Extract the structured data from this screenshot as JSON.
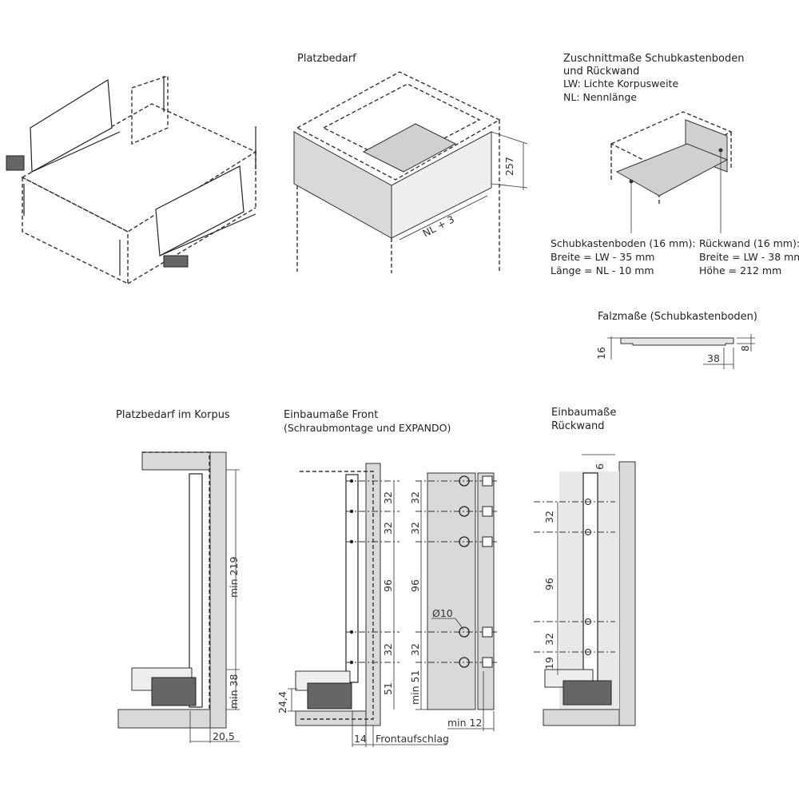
{
  "overview": {
    "title": "Platzbedarf",
    "dim_height": "257",
    "dim_length": "NL + 3"
  },
  "cut": {
    "title_line1": "Zuschnittmaße Schubkastenboden",
    "title_line2": "und Rückwand",
    "legend_lw": "LW: Lichte Korpusweite",
    "legend_nl": "NL: Nennlänge",
    "bottom": {
      "heading": "Schubkastenboden (16 mm):",
      "width": "Breite = LW - 35 mm",
      "length": "Länge = NL - 10 mm"
    },
    "back": {
      "heading": "Rückwand (16 mm):",
      "width": "Breite = LW - 38 mm",
      "height": "Höhe = 212 mm"
    }
  },
  "rebate": {
    "title": "Falzmaße (Schubkastenboden)",
    "dim_16": "16",
    "dim_8": "8",
    "dim_38": "38"
  },
  "carcass": {
    "title": "Platzbedarf im Korpus",
    "dim_min219": "min 219",
    "dim_min38": "min 38",
    "dim_20_5": "20,5"
  },
  "front": {
    "title": "Einbaumaße Front",
    "subtitle": "(Schraubmontage und EXPANDO)",
    "dims_side": [
      "32",
      "32",
      "96",
      "32",
      "51"
    ],
    "dim_24_4": "24,4",
    "dim_14": "14",
    "overlay_label": "Frontaufschlag",
    "dims_front": [
      "32",
      "32",
      "96",
      "32",
      "min 51"
    ],
    "hole_diameter": "Ø10",
    "dim_min12": "min 12"
  },
  "back": {
    "title_line1": "Einbaumaße",
    "title_line2": "Rückwand",
    "dims": [
      "9",
      "32",
      "96",
      "32",
      "19"
    ]
  }
}
